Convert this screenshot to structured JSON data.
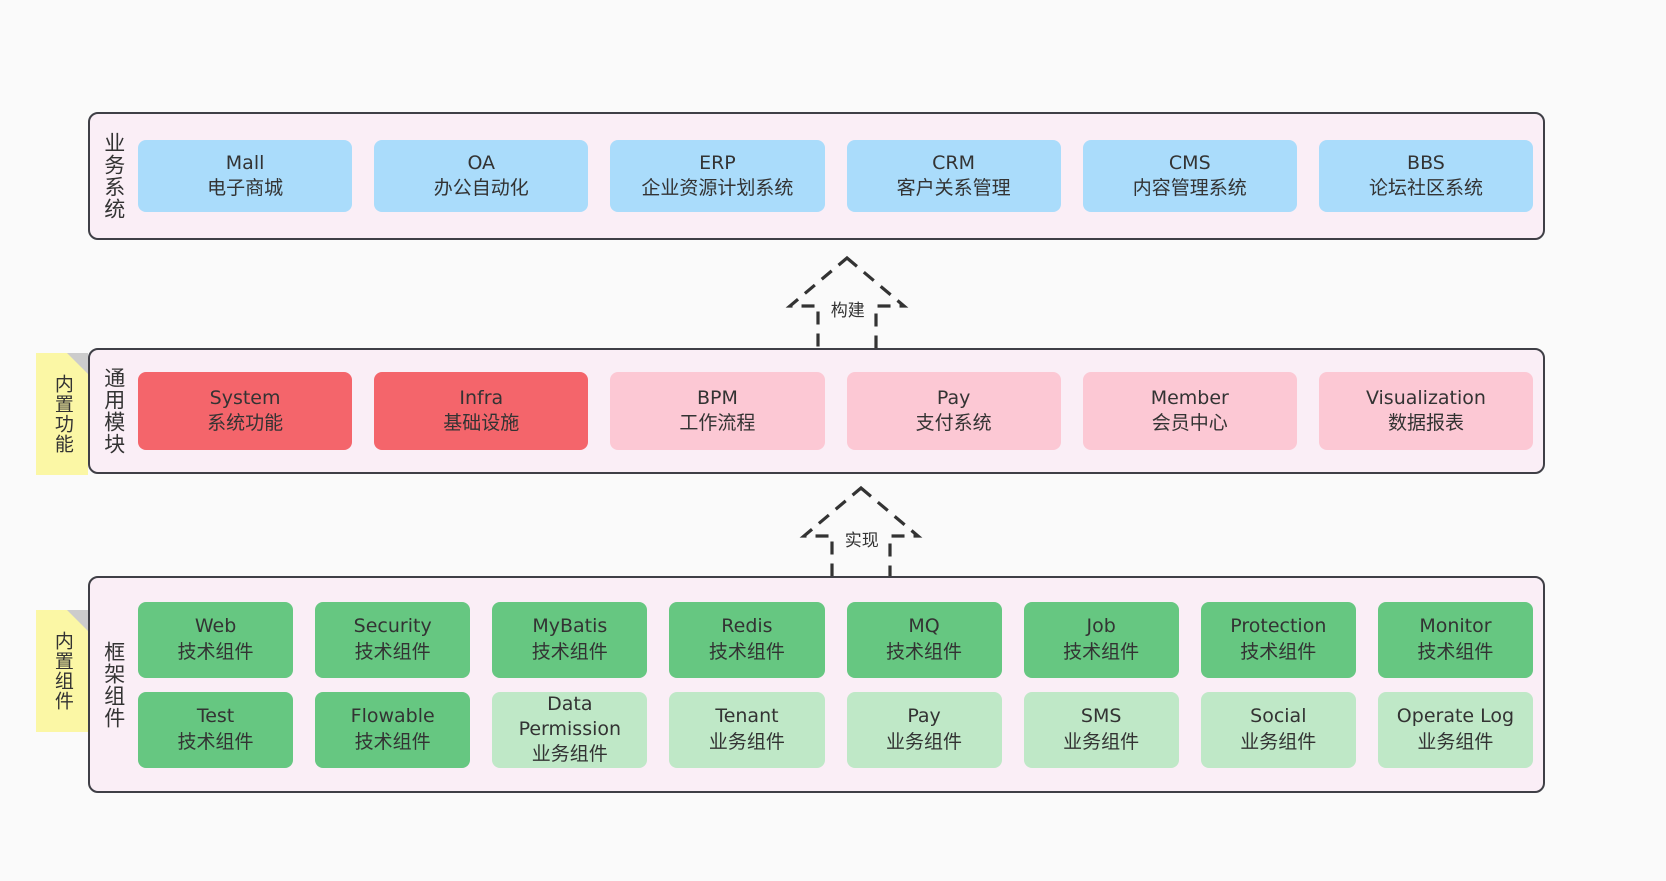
{
  "diagram": {
    "background_color": "#fafafa",
    "panel_color": "#faeef6",
    "border_color": "#3f3f46",
    "note_color": "#fbf7a5"
  },
  "layers": {
    "business": {
      "title": "业务系统",
      "card_color": "#aadcfb",
      "cards": [
        {
          "en": "Mall",
          "cn": "电子商城"
        },
        {
          "en": "OA",
          "cn": "办公自动化"
        },
        {
          "en": "ERP",
          "cn": "企业资源计划系统"
        },
        {
          "en": "CRM",
          "cn": "客户关系管理"
        },
        {
          "en": "CMS",
          "cn": "内容管理系统"
        },
        {
          "en": "BBS",
          "cn": "论坛社区系统"
        }
      ]
    },
    "common": {
      "title": "通用模块",
      "note": "内置功能",
      "card_color_primary": "#f4656b",
      "card_color_secondary": "#fcc8d4",
      "cards": [
        {
          "en": "System",
          "cn": "系统功能",
          "tone": "red"
        },
        {
          "en": "Infra",
          "cn": "基础设施",
          "tone": "red"
        },
        {
          "en": "BPM",
          "cn": "工作流程",
          "tone": "pink"
        },
        {
          "en": "Pay",
          "cn": "支付系统",
          "tone": "pink"
        },
        {
          "en": "Member",
          "cn": "会员中心",
          "tone": "pink"
        },
        {
          "en": "Visualization",
          "cn": "数据报表",
          "tone": "pink"
        }
      ]
    },
    "framework": {
      "title": "框架组件",
      "note": "内置组件",
      "card_color_tech": "#66c781",
      "card_color_biz": "#bfe8c7",
      "row1": [
        {
          "en": "Web",
          "cn": "技术组件",
          "tone": "green"
        },
        {
          "en": "Security",
          "cn": "技术组件",
          "tone": "green"
        },
        {
          "en": "MyBatis",
          "cn": "技术组件",
          "tone": "green"
        },
        {
          "en": "Redis",
          "cn": "技术组件",
          "tone": "green"
        },
        {
          "en": "MQ",
          "cn": "技术组件",
          "tone": "green"
        },
        {
          "en": "Job",
          "cn": "技术组件",
          "tone": "green"
        },
        {
          "en": "Protection",
          "cn": "技术组件",
          "tone": "green"
        },
        {
          "en": "Monitor",
          "cn": "技术组件",
          "tone": "green"
        }
      ],
      "row2": [
        {
          "en": "Test",
          "cn": "技术组件",
          "tone": "green"
        },
        {
          "en": "Flowable",
          "cn": "技术组件",
          "tone": "green"
        },
        {
          "en": "Data Permission",
          "cn": "业务组件",
          "tone": "lightgreen"
        },
        {
          "en": "Tenant",
          "cn": "业务组件",
          "tone": "lightgreen"
        },
        {
          "en": "Pay",
          "cn": "业务组件",
          "tone": "lightgreen"
        },
        {
          "en": "SMS",
          "cn": "业务组件",
          "tone": "lightgreen"
        },
        {
          "en": "Social",
          "cn": "业务组件",
          "tone": "lightgreen"
        },
        {
          "en": "Operate Log",
          "cn": "业务组件",
          "tone": "lightgreen"
        }
      ]
    }
  },
  "connectors": [
    {
      "id": "build",
      "label": "构建"
    },
    {
      "id": "realize",
      "label": "实现"
    }
  ]
}
